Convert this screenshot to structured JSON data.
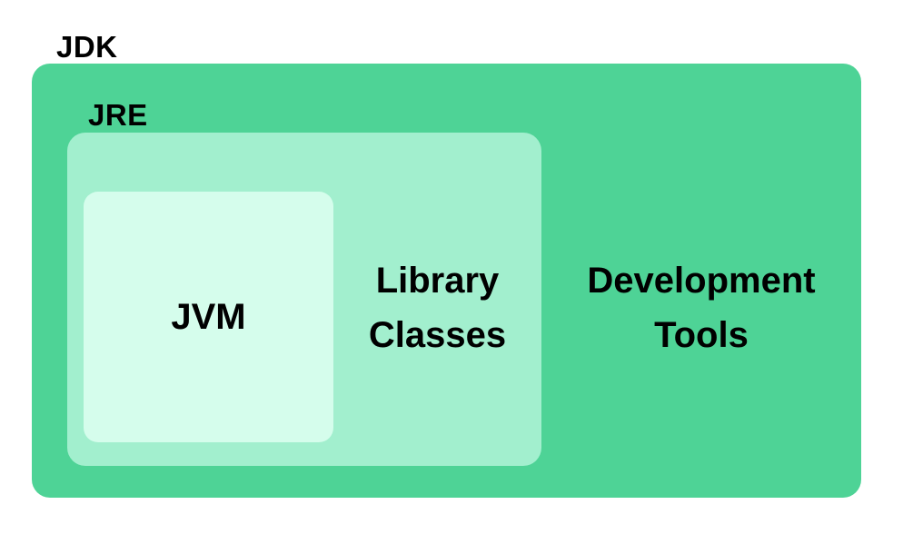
{
  "labels": {
    "jdk": "JDK",
    "jre": "JRE",
    "jvm": "JVM",
    "library_classes_line1": "Library",
    "library_classes_line2": "Classes",
    "development_tools_line1": "Development",
    "development_tools_line2": "Tools"
  },
  "colors": {
    "background": "#ffffff",
    "jdk_box": "#4ed396",
    "jre_box": "#a2efce",
    "jvm_box": "#d5fdec",
    "text": "#000000"
  }
}
